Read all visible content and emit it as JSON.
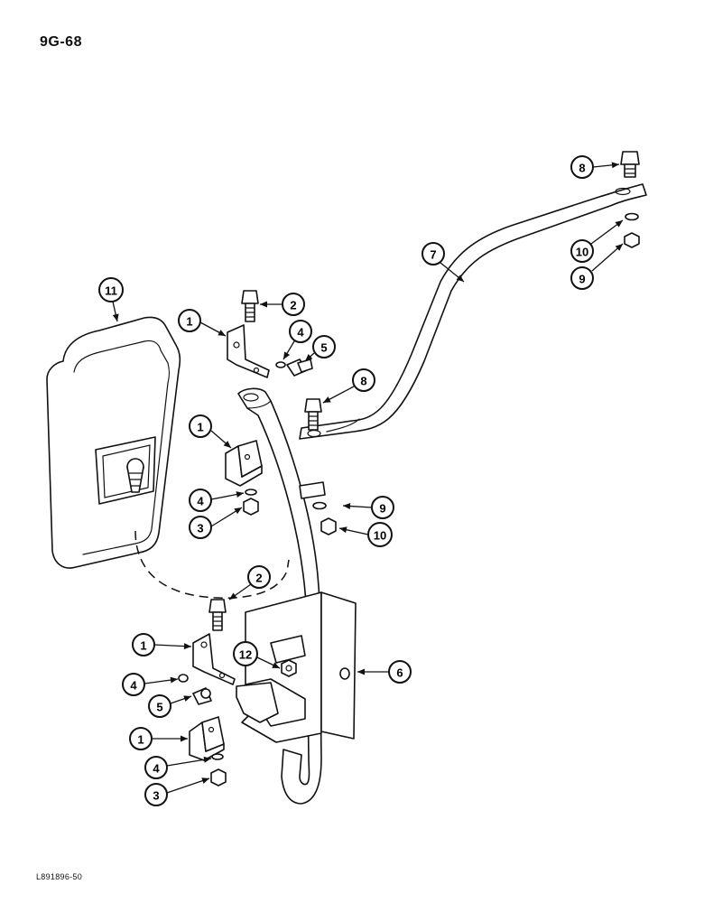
{
  "header": {
    "page_id": "9G-68"
  },
  "footer": {
    "ref_code": "L891896-50"
  },
  "callouts": [
    "1",
    "2",
    "3",
    "4",
    "5",
    "6",
    "7",
    "8",
    "9",
    "10",
    "11",
    "12"
  ],
  "parts": [
    {
      "ref": "1",
      "name": "Bracket"
    },
    {
      "ref": "2",
      "name": "Bolt"
    },
    {
      "ref": "3",
      "name": "Nut"
    },
    {
      "ref": "4",
      "name": "Lock washer"
    },
    {
      "ref": "5",
      "name": "Bolt"
    },
    {
      "ref": "6",
      "name": "Mounting bracket"
    },
    {
      "ref": "7",
      "name": "Mirror arm"
    },
    {
      "ref": "8",
      "name": "Bolt"
    },
    {
      "ref": "9",
      "name": "Lock washer"
    },
    {
      "ref": "10",
      "name": "Nut"
    },
    {
      "ref": "11",
      "name": "Mirror"
    },
    {
      "ref": "12",
      "name": "Nut"
    }
  ]
}
